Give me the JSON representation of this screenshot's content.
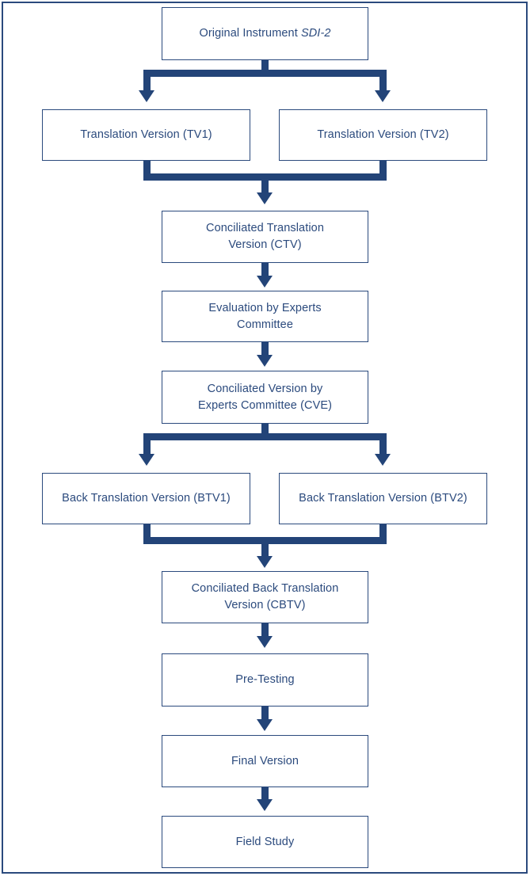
{
  "diagram": {
    "title": "Cross-cultural adaptation flowchart",
    "colors": {
      "node_border": "#2b4a7d",
      "node_text": "#2b4a7d",
      "connector": "#234478",
      "frame": "#2b4a7d",
      "background": "#ffffff"
    },
    "nodes": [
      {
        "id": "original",
        "label_prefix": "Original Instrument ",
        "label_italic": "SDI-2",
        "label": "Original Instrument SDI-2"
      },
      {
        "id": "tv1",
        "label": "Translation Version (TV1)"
      },
      {
        "id": "tv2",
        "label": "Translation Version (TV2)"
      },
      {
        "id": "ctv",
        "label": "Conciliated Translation\nVersion (CTV)"
      },
      {
        "id": "evaluation",
        "label": "Evaluation by Experts\nCommittee"
      },
      {
        "id": "cve",
        "label": "Conciliated Version by\nExperts Committee (CVE)"
      },
      {
        "id": "btv1",
        "label": "Back Translation Version (BTV1)"
      },
      {
        "id": "btv2",
        "label": "Back Translation Version (BTV2)"
      },
      {
        "id": "cbtv",
        "label": "Conciliated Back Translation\nVersion (CBTV)"
      },
      {
        "id": "pretesting",
        "label": "Pre-Testing"
      },
      {
        "id": "final",
        "label": "Final Version"
      },
      {
        "id": "field",
        "label": "Field Study"
      }
    ],
    "edges": [
      {
        "from": "original",
        "to": "tv1",
        "type": "split-left"
      },
      {
        "from": "original",
        "to": "tv2",
        "type": "split-right"
      },
      {
        "from": "tv1",
        "to": "ctv",
        "type": "merge-left"
      },
      {
        "from": "tv2",
        "to": "ctv",
        "type": "merge-right"
      },
      {
        "from": "ctv",
        "to": "evaluation",
        "type": "straight"
      },
      {
        "from": "evaluation",
        "to": "cve",
        "type": "straight"
      },
      {
        "from": "cve",
        "to": "btv1",
        "type": "split-left"
      },
      {
        "from": "cve",
        "to": "btv2",
        "type": "split-right"
      },
      {
        "from": "btv1",
        "to": "cbtv",
        "type": "merge-left"
      },
      {
        "from": "btv2",
        "to": "cbtv",
        "type": "merge-right"
      },
      {
        "from": "cbtv",
        "to": "pretesting",
        "type": "straight"
      },
      {
        "from": "pretesting",
        "to": "final",
        "type": "straight"
      },
      {
        "from": "final",
        "to": "field",
        "type": "straight"
      }
    ]
  }
}
